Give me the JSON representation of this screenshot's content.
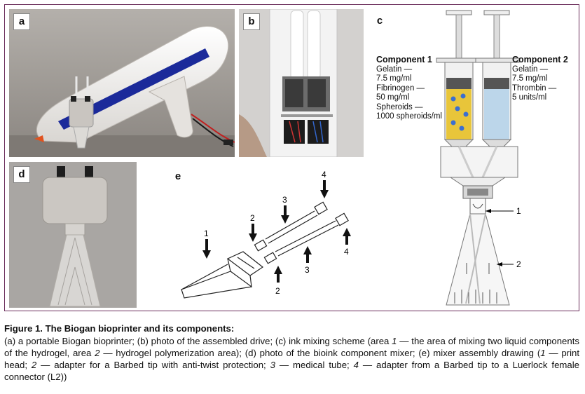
{
  "panels": {
    "a": {
      "label": "a"
    },
    "b": {
      "label": "b"
    },
    "c": {
      "label": "c",
      "component1": {
        "title": "Component 1",
        "lines": [
          "Gelatin —",
          "7.5 mg/ml",
          "Fibrinogen —",
          "50 mg/ml",
          "Spheroids —",
          "1000 spheroids/ml"
        ]
      },
      "component2": {
        "title": "Component 2",
        "lines": [
          "Gelatin —",
          "7.5 mg/ml",
          "Thrombin —",
          "5 units/ml"
        ]
      },
      "callout_1": "1",
      "callout_2": "2"
    },
    "d": {
      "label": "d"
    },
    "e": {
      "label": "e",
      "callouts": {
        "print_head": "1",
        "adapter_top": "2",
        "tube_top": "3",
        "luer_top": "4",
        "luer_bottom": "4",
        "tube_bottom": "3",
        "adapter_bottom": "2"
      }
    }
  },
  "caption": {
    "title": "Figure 1. The Biogan bioprinter and its components:",
    "segments": [
      {
        "t": "(a) a portable Biogan bioprinter; (b) photo of the assembled drive; (c) ink mixing scheme (area ",
        "i": false
      },
      {
        "t": "1",
        "i": true
      },
      {
        "t": " — the area of mixing two liquid components of the hydrogel, area ",
        "i": false
      },
      {
        "t": "2",
        "i": true
      },
      {
        "t": " — hydrogel polymerization area); (d) photo of the bioink component mixer; (e) mixer assembly drawing (",
        "i": false
      },
      {
        "t": "1",
        "i": true
      },
      {
        "t": " — print head; ",
        "i": false
      },
      {
        "t": "2",
        "i": true
      },
      {
        "t": " — adapter for a Barbed tip with anti-twist protection; ",
        "i": false
      },
      {
        "t": "3",
        "i": true
      },
      {
        "t": " — medical tube; ",
        "i": false
      },
      {
        "t": "4",
        "i": true
      },
      {
        "t": " — adapter from a Barbed tip to a Luerlock female connector (L2))",
        "i": false
      }
    ]
  },
  "colors": {
    "frame": "#6a2c5a",
    "printer_stripe": "#1b2a9a",
    "component1_fill": "#e8c53a",
    "component2_fill": "#bcd6ea",
    "spheroid": "#3b6fd0"
  }
}
